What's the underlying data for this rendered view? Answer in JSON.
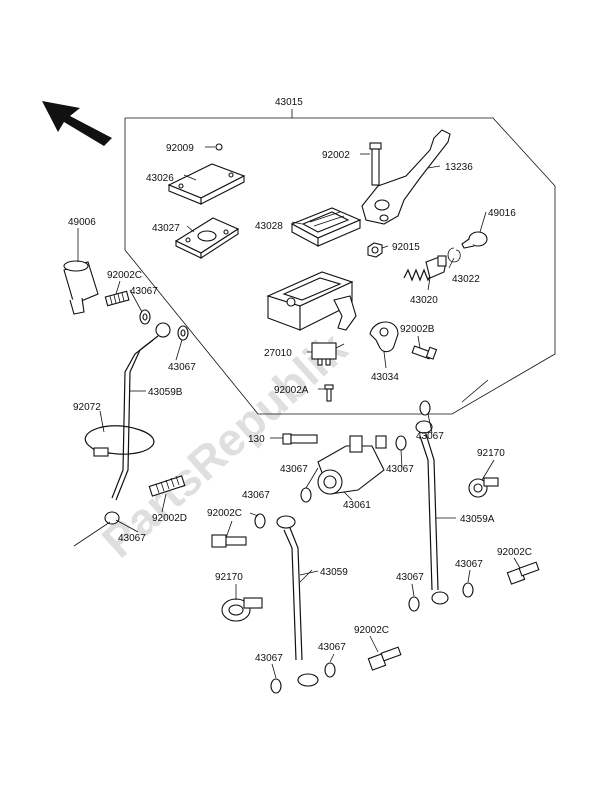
{
  "watermark": "PartsRepublik",
  "labels": {
    "p43015": "43015",
    "p92009": "92009",
    "p43026": "43026",
    "p43027": "43027",
    "p43028": "43028",
    "p92002": "92002",
    "p13236": "13236",
    "p49016": "49016",
    "p92015": "92015",
    "p43022": "43022",
    "p43020": "43020",
    "p92002B": "92002B",
    "p27010": "27010",
    "p43034": "43034",
    "p92002A": "92002A",
    "p49006": "49006",
    "p92002C_a": "92002C",
    "p43067_a": "43067",
    "p43067_b": "43067",
    "p43059B": "43059B",
    "p92072": "92072",
    "p130": "130",
    "p43067_c": "43067",
    "p43067_d": "43067",
    "p43067_e": "43067",
    "p92170_a": "92170",
    "p43061": "43061",
    "p43067_f": "43067",
    "p92002D": "92002D",
    "p43067_g": "43067",
    "p92002C_b": "92002C",
    "p43059A": "43059A",
    "p43067_h": "43067",
    "p92002C_c": "92002C",
    "p43059": "43059",
    "p92170_b": "92170",
    "p43067_i": "43067",
    "p43067_j": "43067",
    "p43067_k": "43067",
    "p92002C_d": "92002C"
  }
}
